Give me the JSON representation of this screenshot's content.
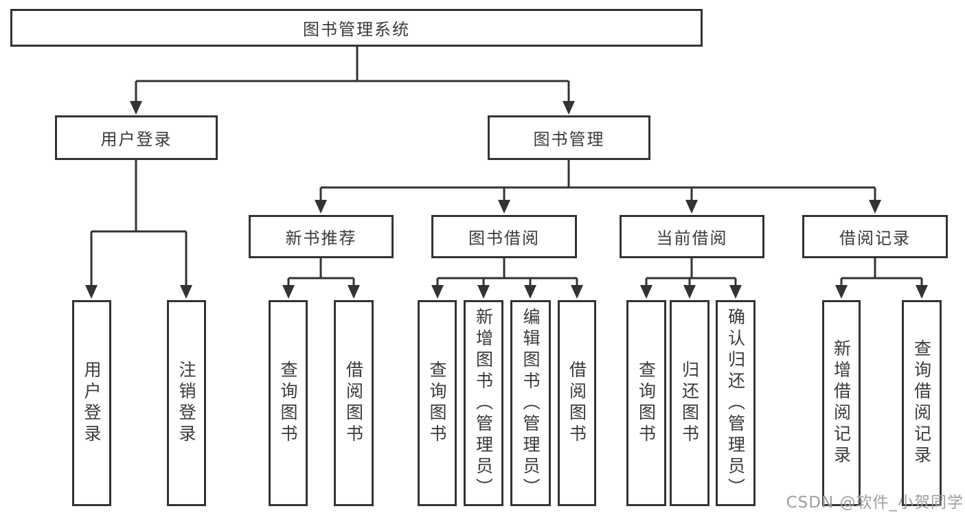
{
  "diagram": {
    "root": {
      "label": "图书管理系统"
    },
    "level2": [
      {
        "label": "用户登录"
      },
      {
        "label": "图书管理"
      }
    ],
    "level3": [
      {
        "label": "新书推荐"
      },
      {
        "label": "图书借阅"
      },
      {
        "label": "当前借阅"
      },
      {
        "label": "借阅记录"
      }
    ],
    "leaves": [
      {
        "label": "用户登录"
      },
      {
        "label": "注销登录"
      },
      {
        "label": "查询图书"
      },
      {
        "label": "借阅图书"
      },
      {
        "label": "查询图书"
      },
      {
        "label": "新增图书（管理员）"
      },
      {
        "label": "编辑图书（管理员）"
      },
      {
        "label": "借阅图书"
      },
      {
        "label": "查询图书"
      },
      {
        "label": "归还图书"
      },
      {
        "label": "确认归还（管理员）"
      },
      {
        "label": "新增借阅记录"
      },
      {
        "label": "查询借阅记录"
      }
    ],
    "colors": {
      "line": "#333333",
      "text": "#3a3a3a",
      "background": "#ffffff",
      "watermark_color": "#9e9e9e"
    }
  },
  "watermark": {
    "text": "CSDN @软件_小贺同学"
  }
}
